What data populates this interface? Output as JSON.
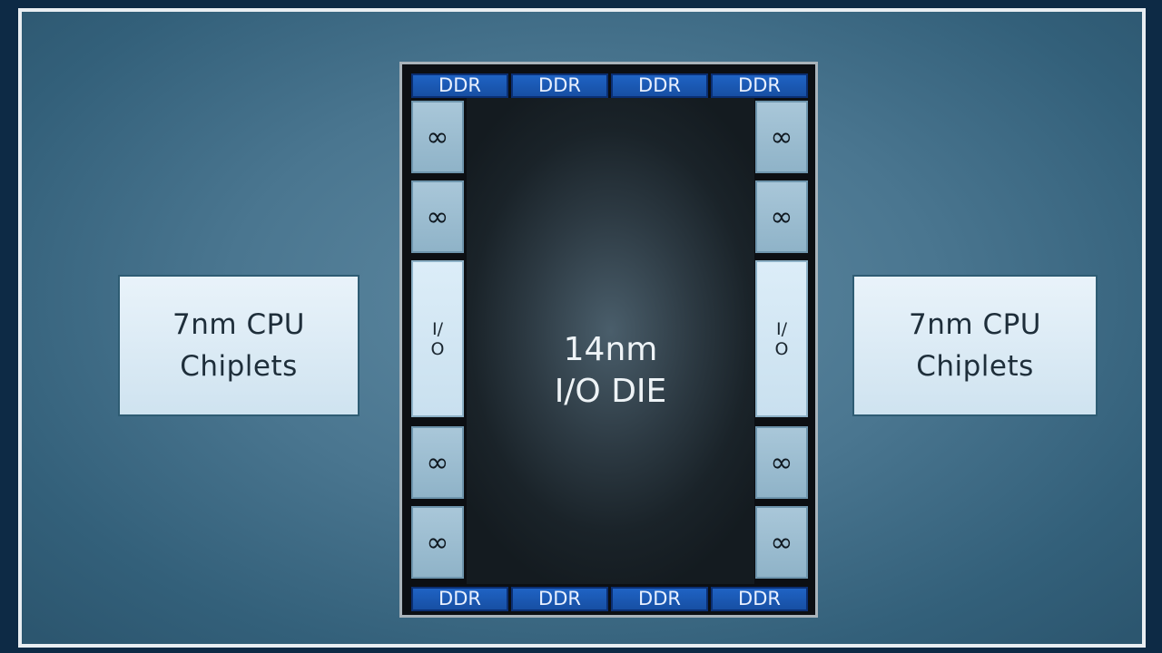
{
  "chiplets": {
    "left": {
      "line1": "7nm CPU",
      "line2": "Chiplets"
    },
    "right": {
      "line1": "7nm CPU",
      "line2": "Chiplets"
    }
  },
  "io_die": {
    "line1": "14nm",
    "line2": "I/O DIE",
    "ddr_top": [
      "DDR",
      "DDR",
      "DDR",
      "DDR"
    ],
    "ddr_bottom": [
      "DDR",
      "DDR",
      "DDR",
      "DDR"
    ],
    "infinity_symbol": "∞",
    "io_left": {
      "top": "I/",
      "bottom": "O"
    },
    "io_right": {
      "top": "I/",
      "bottom": "O"
    }
  },
  "colors": {
    "background": "#4a7690",
    "frame_border": "#e9eef2",
    "chiplet_fill": "#dbe9f3",
    "ddr_fill": "#1f63c4",
    "infinity_fill": "#a9c7d9",
    "io_fill": "#dcedf8",
    "die_fill": "#0c0f13"
  }
}
